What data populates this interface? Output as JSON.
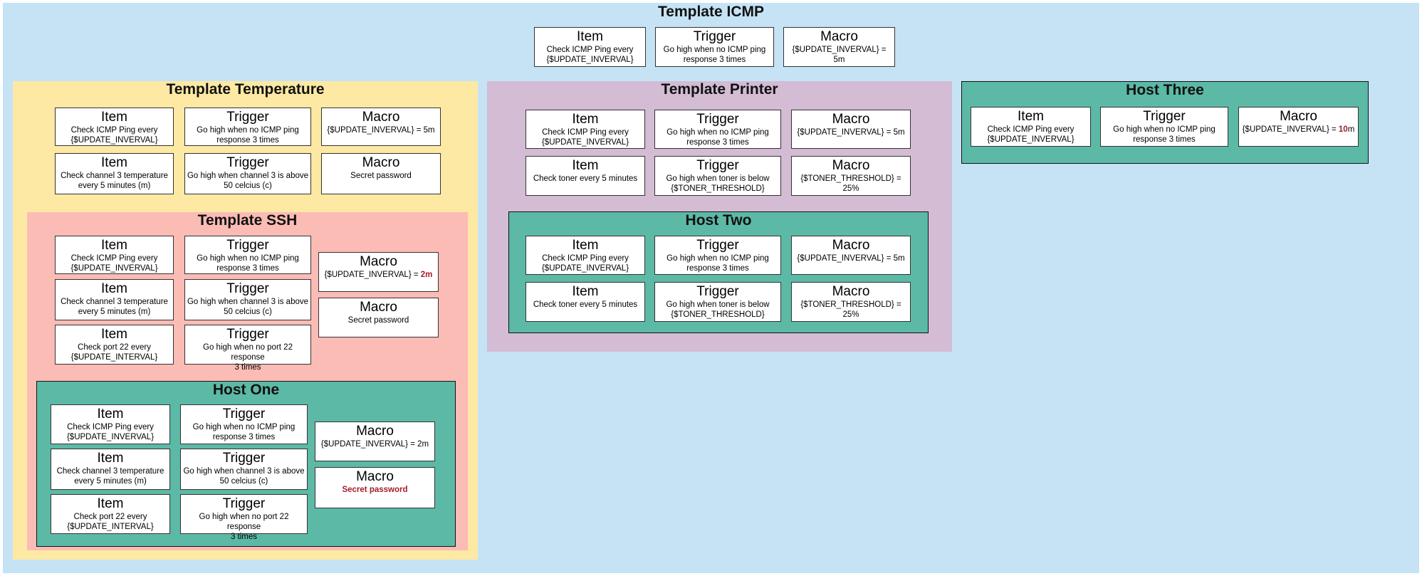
{
  "colors": {
    "icmp": "#c5e3f5",
    "temperature": "#fde9a3",
    "ssh": "#fbbcb5",
    "printer": "#d3bcd4",
    "host": "#5cb9a6",
    "override": "#a31d2b"
  },
  "labels": {
    "item": "Item",
    "trigger": "Trigger",
    "macro": "Macro"
  },
  "icmp": {
    "title": "Template ICMP",
    "item": "Check ICMP Ping every\n{$UPDATE_INVERVAL}",
    "trigger": "Go high when no ICMP ping\nresponse 3 times",
    "macro": "{$UPDATE_INVERVAL}  = 5m"
  },
  "temperature": {
    "title": "Template Temperature",
    "icmp_item": "Check ICMP Ping every\n{$UPDATE_INVERVAL}",
    "icmp_trigger": "Go high when no ICMP ping\nresponse 3 times",
    "icmp_macro": "{$UPDATE_INVERVAL}  = 5m",
    "temp_item": "Check channel 3 temperature\nevery 5 minutes (m)",
    "temp_trigger": "Go high when channel 3 is above\n50 celcius (c)",
    "temp_macro": "Secret password"
  },
  "ssh": {
    "title": "Template SSH",
    "icmp_item": "Check ICMP Ping every\n{$UPDATE_INVERVAL}",
    "icmp_trigger": "Go high when no ICMP ping\nresponse 3 times",
    "temp_item": "Check channel 3 temperature\nevery 5 minutes (m)",
    "temp_trigger": "Go high when channel 3 is above\n50 celcius (c)",
    "port_item": "Check port 22 every\n{$UPDATE_INTERVAL}",
    "port_trigger": "Go high when no port 22 response\n3 times",
    "macro_interval_prefix": "{$UPDATE_INVERVAL}  = ",
    "macro_interval_value": "2m",
    "macro_password": "Secret password"
  },
  "host_one": {
    "title": "Host One",
    "icmp_item": "Check ICMP Ping every\n{$UPDATE_INVERVAL}",
    "icmp_trigger": "Go high when no ICMP ping\nresponse 3 times",
    "temp_item": "Check channel 3 temperature\nevery 5 minutes (m)",
    "temp_trigger": "Go high when channel 3 is above\n50 celcius (c)",
    "port_item": "Check port 22 every\n{$UPDATE_INTERVAL}",
    "port_trigger": "Go high when no port 22 response\n3 times",
    "macro_interval": "{$UPDATE_INVERVAL}  = 2m",
    "macro_password": "Secret password"
  },
  "printer": {
    "title": "Template Printer",
    "icmp_item": "Check ICMP Ping every\n{$UPDATE_INVERVAL}",
    "icmp_trigger": "Go high when no ICMP ping\nresponse 3 times",
    "icmp_macro": "{$UPDATE_INVERVAL}  = 5m",
    "toner_item": "Check toner every 5 minutes",
    "toner_trigger": "Go high when toner is below\n{$TONER_THRESHOLD}",
    "toner_macro": "{$TONER_THRESHOLD} =\n25%"
  },
  "host_two": {
    "title": "Host Two",
    "icmp_item": "Check ICMP Ping every\n{$UPDATE_INVERVAL}",
    "icmp_trigger": "Go high when no ICMP ping\nresponse 3 times",
    "icmp_macro": "{$UPDATE_INVERVAL}  = 5m",
    "toner_item": "Check toner every 5 minutes",
    "toner_trigger": "Go high when toner is below\n{$TONER_THRESHOLD}",
    "toner_macro": "{$TONER_THRESHOLD} =\n25%"
  },
  "host_three": {
    "title": "Host Three",
    "icmp_item": "Check ICMP Ping every\n{$UPDATE_INVERVAL}",
    "icmp_trigger": "Go high when no ICMP ping\nresponse 3 times",
    "macro_interval_prefix": "{$UPDATE_INVERVAL}  = ",
    "macro_interval_value": "10",
    "macro_interval_suffix": "m"
  }
}
